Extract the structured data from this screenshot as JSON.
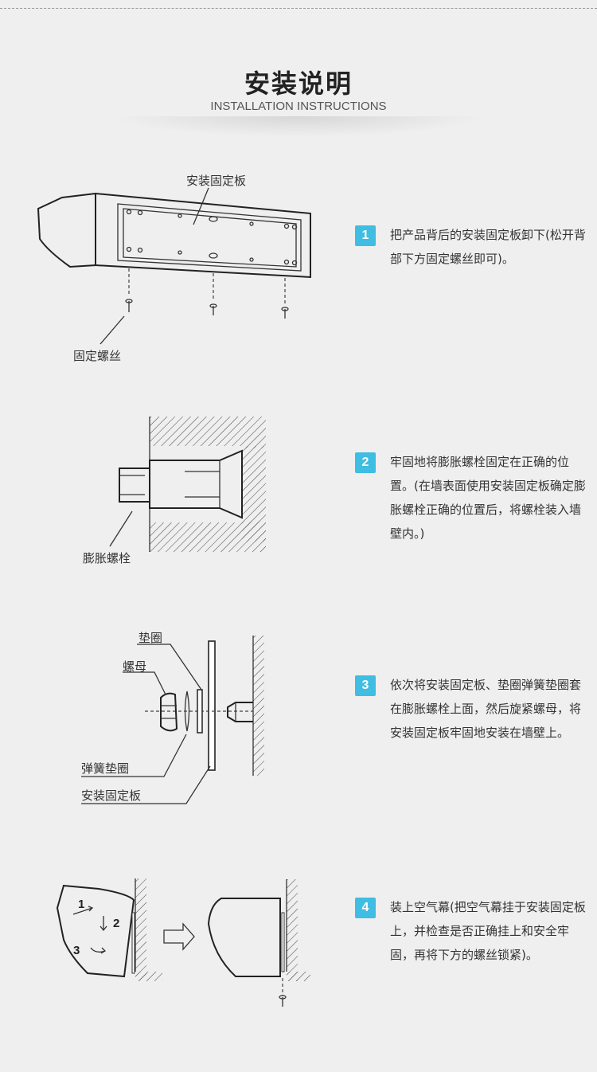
{
  "header": {
    "title": "安装说明",
    "subtitle": "INSTALLATION INSTRUCTIONS"
  },
  "steps": [
    {
      "number": "1",
      "text": "把产品背后的安装固定板卸下(松开背部下方固定螺丝即可)。"
    },
    {
      "number": "2",
      "text": "牢固地将膨胀螺栓固定在正确的位置。(在墙表面使用安装固定板确定膨胀螺栓正确的位置后，将螺栓装入墙壁内。)"
    },
    {
      "number": "3",
      "text": "依次将安装固定板、垫圈弹簧垫圈套在膨胀螺栓上面，然后旋紧螺母，将安装固定板牢固地安装在墙壁上。"
    },
    {
      "number": "4",
      "text": "装上空气幕(把空气幕挂于安装固定板上，并检查是否正确挂上和安全牢固，再将下方的螺丝锁紧)。"
    }
  ],
  "diagram1": {
    "plate_label": "安装固定板",
    "screw_label": "固定螺丝"
  },
  "diagram2": {
    "bolt_label": "膨胀螺栓"
  },
  "diagram3": {
    "washer_label": "垫圈",
    "nut_label": "螺母",
    "spring_washer_label": "弹簧垫圈",
    "plate_label": "安装固定板"
  },
  "diagram4": {
    "arrow_1": "1",
    "arrow_2": "2",
    "arrow_3": "3"
  },
  "colors": {
    "accent": "#3fbde2",
    "background": "#efefef",
    "text": "#333333"
  }
}
